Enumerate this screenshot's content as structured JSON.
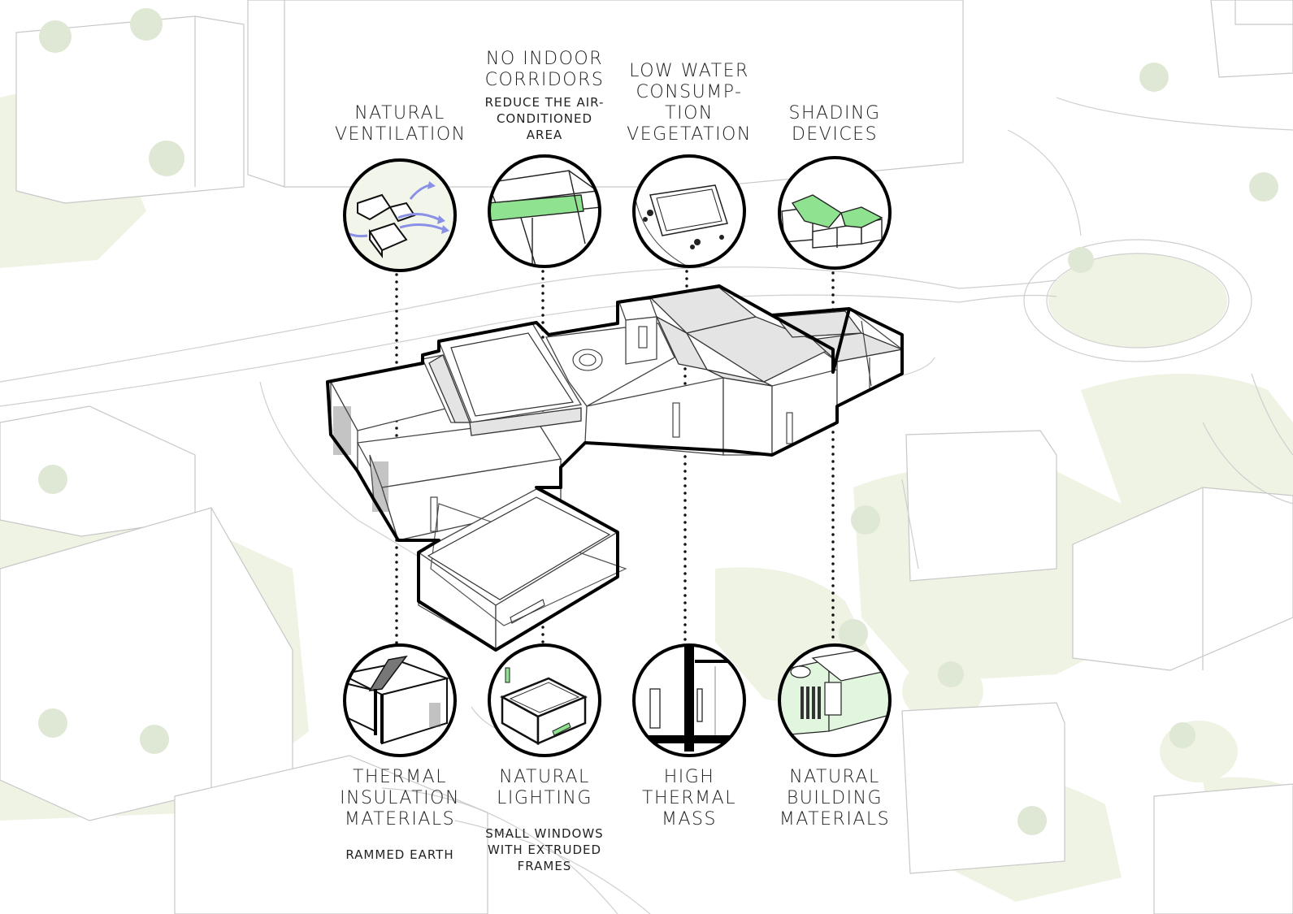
{
  "top": [
    {
      "title": [
        "NATURAL",
        "VENTILATION"
      ],
      "subtitle": []
    },
    {
      "title": [
        "NO INDOOR",
        "CORRIDORS"
      ],
      "subtitle": [
        "REDUCE THE AIR-",
        "CONDITIONED",
        "AREA"
      ]
    },
    {
      "title": [
        "LOW WATER",
        "CONSUMP-",
        "TION",
        "VEGETATION"
      ],
      "subtitle": []
    },
    {
      "title": [
        "SHADING",
        "DEVICES"
      ],
      "subtitle": []
    }
  ],
  "bottom": [
    {
      "title": [
        "THERMAL",
        "INSULATION",
        "MATERIALS"
      ],
      "subtitle": [
        "RAMMED EARTH"
      ]
    },
    {
      "title": [
        "NATURAL",
        "LIGHTING"
      ],
      "subtitle": [
        "SMALL WINDOWS",
        "WITH EXTRUDED",
        "FRAMES"
      ]
    },
    {
      "title": [
        "HIGH",
        "THERMAL",
        "MASS"
      ],
      "subtitle": []
    },
    {
      "title": [
        "NATURAL",
        "BUILDING",
        "MATERIALS"
      ],
      "subtitle": []
    }
  ],
  "colors": {
    "accent_green": "#8fe28f",
    "airflow_blue": "#8a90e6",
    "ground_green": "#eef3e4",
    "outline": "#111111"
  }
}
